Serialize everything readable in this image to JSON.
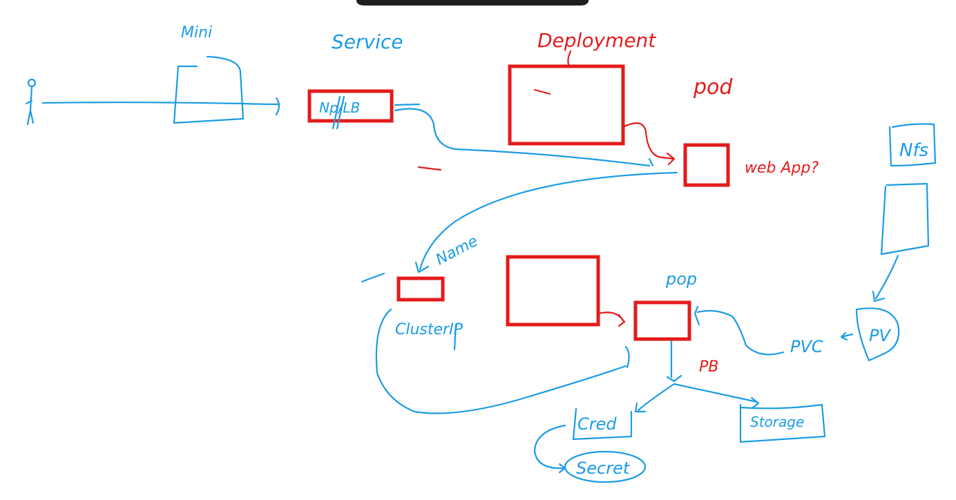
{
  "colors": {
    "ink_blue": "#1a9be6",
    "ink_red": "#e31b1b",
    "top_bar": "#1e1e1e",
    "background": "#ffffff"
  },
  "labels": {
    "mini": "Mini",
    "service": "Service",
    "np_lb": "Np/LB",
    "deployment": "Deployment",
    "pod_top": "pod",
    "web_app": "web App?",
    "nfs": "Nfs",
    "name": "Name",
    "cluster_ip": "ClusterIP",
    "pod_bottom": "pop",
    "pvc": "PVC",
    "pv": "PV",
    "pb": "PB",
    "cred": "Cred",
    "storage": "Storage",
    "secret": "Secret"
  }
}
